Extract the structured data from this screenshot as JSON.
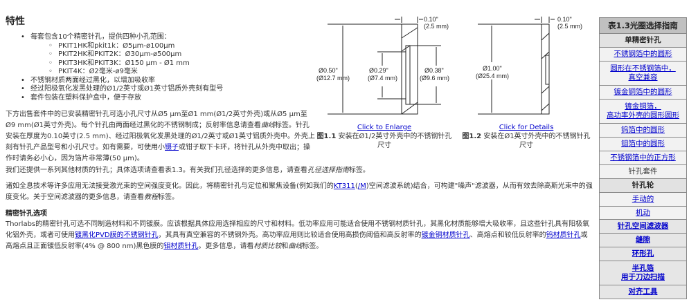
{
  "features": {
    "title": "特性",
    "items": [
      "每套包含10个精密针孔，提供四种小孔范围：",
      "不锈钢材质两面经过黑化，以增加吸收率",
      "经过阳极氧化发黑处理的Ø1/2英寸或Ø1英寸铝质外壳刻有型号",
      "套件包装在塑料保护盒中，便于存放"
    ],
    "subitems": [
      "PKIT1HK和pkit1k：Ø5μm-ø100μm",
      "PKIT2HK和PKIT2K：Ø30μm-ø500μm",
      "PKIT3HK和PKIT3K：Ø150 μm - Ø1 mm",
      "PKIT4K：Ø2毫米-ø9毫米"
    ]
  },
  "para1": {
    "a": "下方出售套件中的已安装精密针孔可选小孔尺寸从Ø5 μm至Ø1 mm(Ø1/2英寸外壳)或从Ø5 μm至Ø9 mm(Ø1英寸外壳)。每个针孔由两面经过黑化的不锈钢制成；反射率信息请查看",
    "i": "曲线",
    "b": "标签。针孔安装在厚度为0.10英寸(2.5 mm)、经过阳极氧化发黑处理的Ø1/2英寸或Ø1英寸铝质外壳中。外壳上刻有针孔产品型号和小孔尺寸。如有需要，可使用小",
    "link": "镊子",
    "c": "或钳子取下卡环，将针孔从外壳中取出；操作时请务必小心，因为箔片非常薄(50 μm)。"
  },
  "para2": {
    "a": "我们还提供一系列其他材质的针孔；具体选项请查看表1.3。有关我们孔径选择的更多信息，请查看",
    "i": "孔径选择指南",
    "b": "标签。"
  },
  "para3": {
    "a": "诸如全息技术等许多应用无法接受激光束的空间强度变化。因此，将精密针孔与定位和聚焦设备(例如我们的",
    "link1": "KT311",
    "link2": "/M",
    "b": "空间滤波系统)结合，可构建\"噪声\"滤波器，从而有效去除高斯光束中的强度变化。关于空间滤波器的更多信息，请查看",
    "i": "教程",
    "c": "标签。"
  },
  "options": {
    "title": "精密针孔选项",
    "a": "Thorlabs的精密针孔可选不同制造材料和不同镀膜。应该根据具体应用选择相应的尺寸和材料。低功率应用可能适合使用不锈钢材质针孔，其黑化材质能够增大吸收率，且这些针孔具有阳极氧化铝外壳，或者可使用",
    "link1": "镀黑化PVD膜的不锈钢针孔",
    "b": "，其具有真空兼容的不锈钢外壳。高功率应用则比较适合使用高损伤阈值和高反射率的",
    "link2": "镀金铜材质针孔",
    "c": "、高熔点和较低反射率的",
    "link3": "钨材质针孔",
    "d": "或高熔点且正面镀低反射率(4% @ 800 nm)黑色膜的",
    "link4": "钼材质针孔",
    "e": "。更多信息，请看",
    "i1": "材质比较",
    "f": "和",
    "i2": "曲线",
    "g": "标签。"
  },
  "fig1": {
    "thick": "0.10\"",
    "thick_mm": "(2.5 mm)",
    "outer": "Ø0.50\"",
    "outer_mm": "(Ø12.7 mm)",
    "inner": "Ø0.29\"",
    "inner_mm": "(Ø7.4 mm)",
    "mid": "Ø0.38\"",
    "mid_mm": "(Ø9.6 mm)",
    "link": "Click to Enlarge",
    "label": "图1.1",
    "caption": " 安装在Ø1/2英寸外壳中的不锈钢针孔尺寸"
  },
  "fig2": {
    "thick": "0.10\"",
    "thick_mm": "(2.5 mm)",
    "outer": "Ø1.00\"",
    "outer_mm": "(Ø25.4 mm)",
    "link": "Click for Details",
    "label": "图1.2",
    "caption": " 安装在Ø1英寸外壳中的不锈钢针孔尺寸"
  },
  "sidebar": {
    "title": "表1.3光圈选择指南",
    "sec1": "单精密针孔",
    "items1": [
      "不锈钢箔中的圆形",
      "圆形在不锈钢箔中，",
      "真空兼容",
      "镀金铜箔中的圆形",
      "镀金铜箔，",
      "高功率外壳的圆形圆形",
      "钨箔中的圆形",
      "钼箔中的圆形",
      "不锈钢箔中的正方形"
    ],
    "kits": "针孔套件",
    "sec2": "针孔轮",
    "items2": [
      "手动的",
      "机动"
    ],
    "spatial": "针孔空间滤波器",
    "slits": "缝隙",
    "annular": "环形孔",
    "half1": "半孔箔",
    "half2": "用于刀边扫描",
    "align": "对齐工具"
  }
}
